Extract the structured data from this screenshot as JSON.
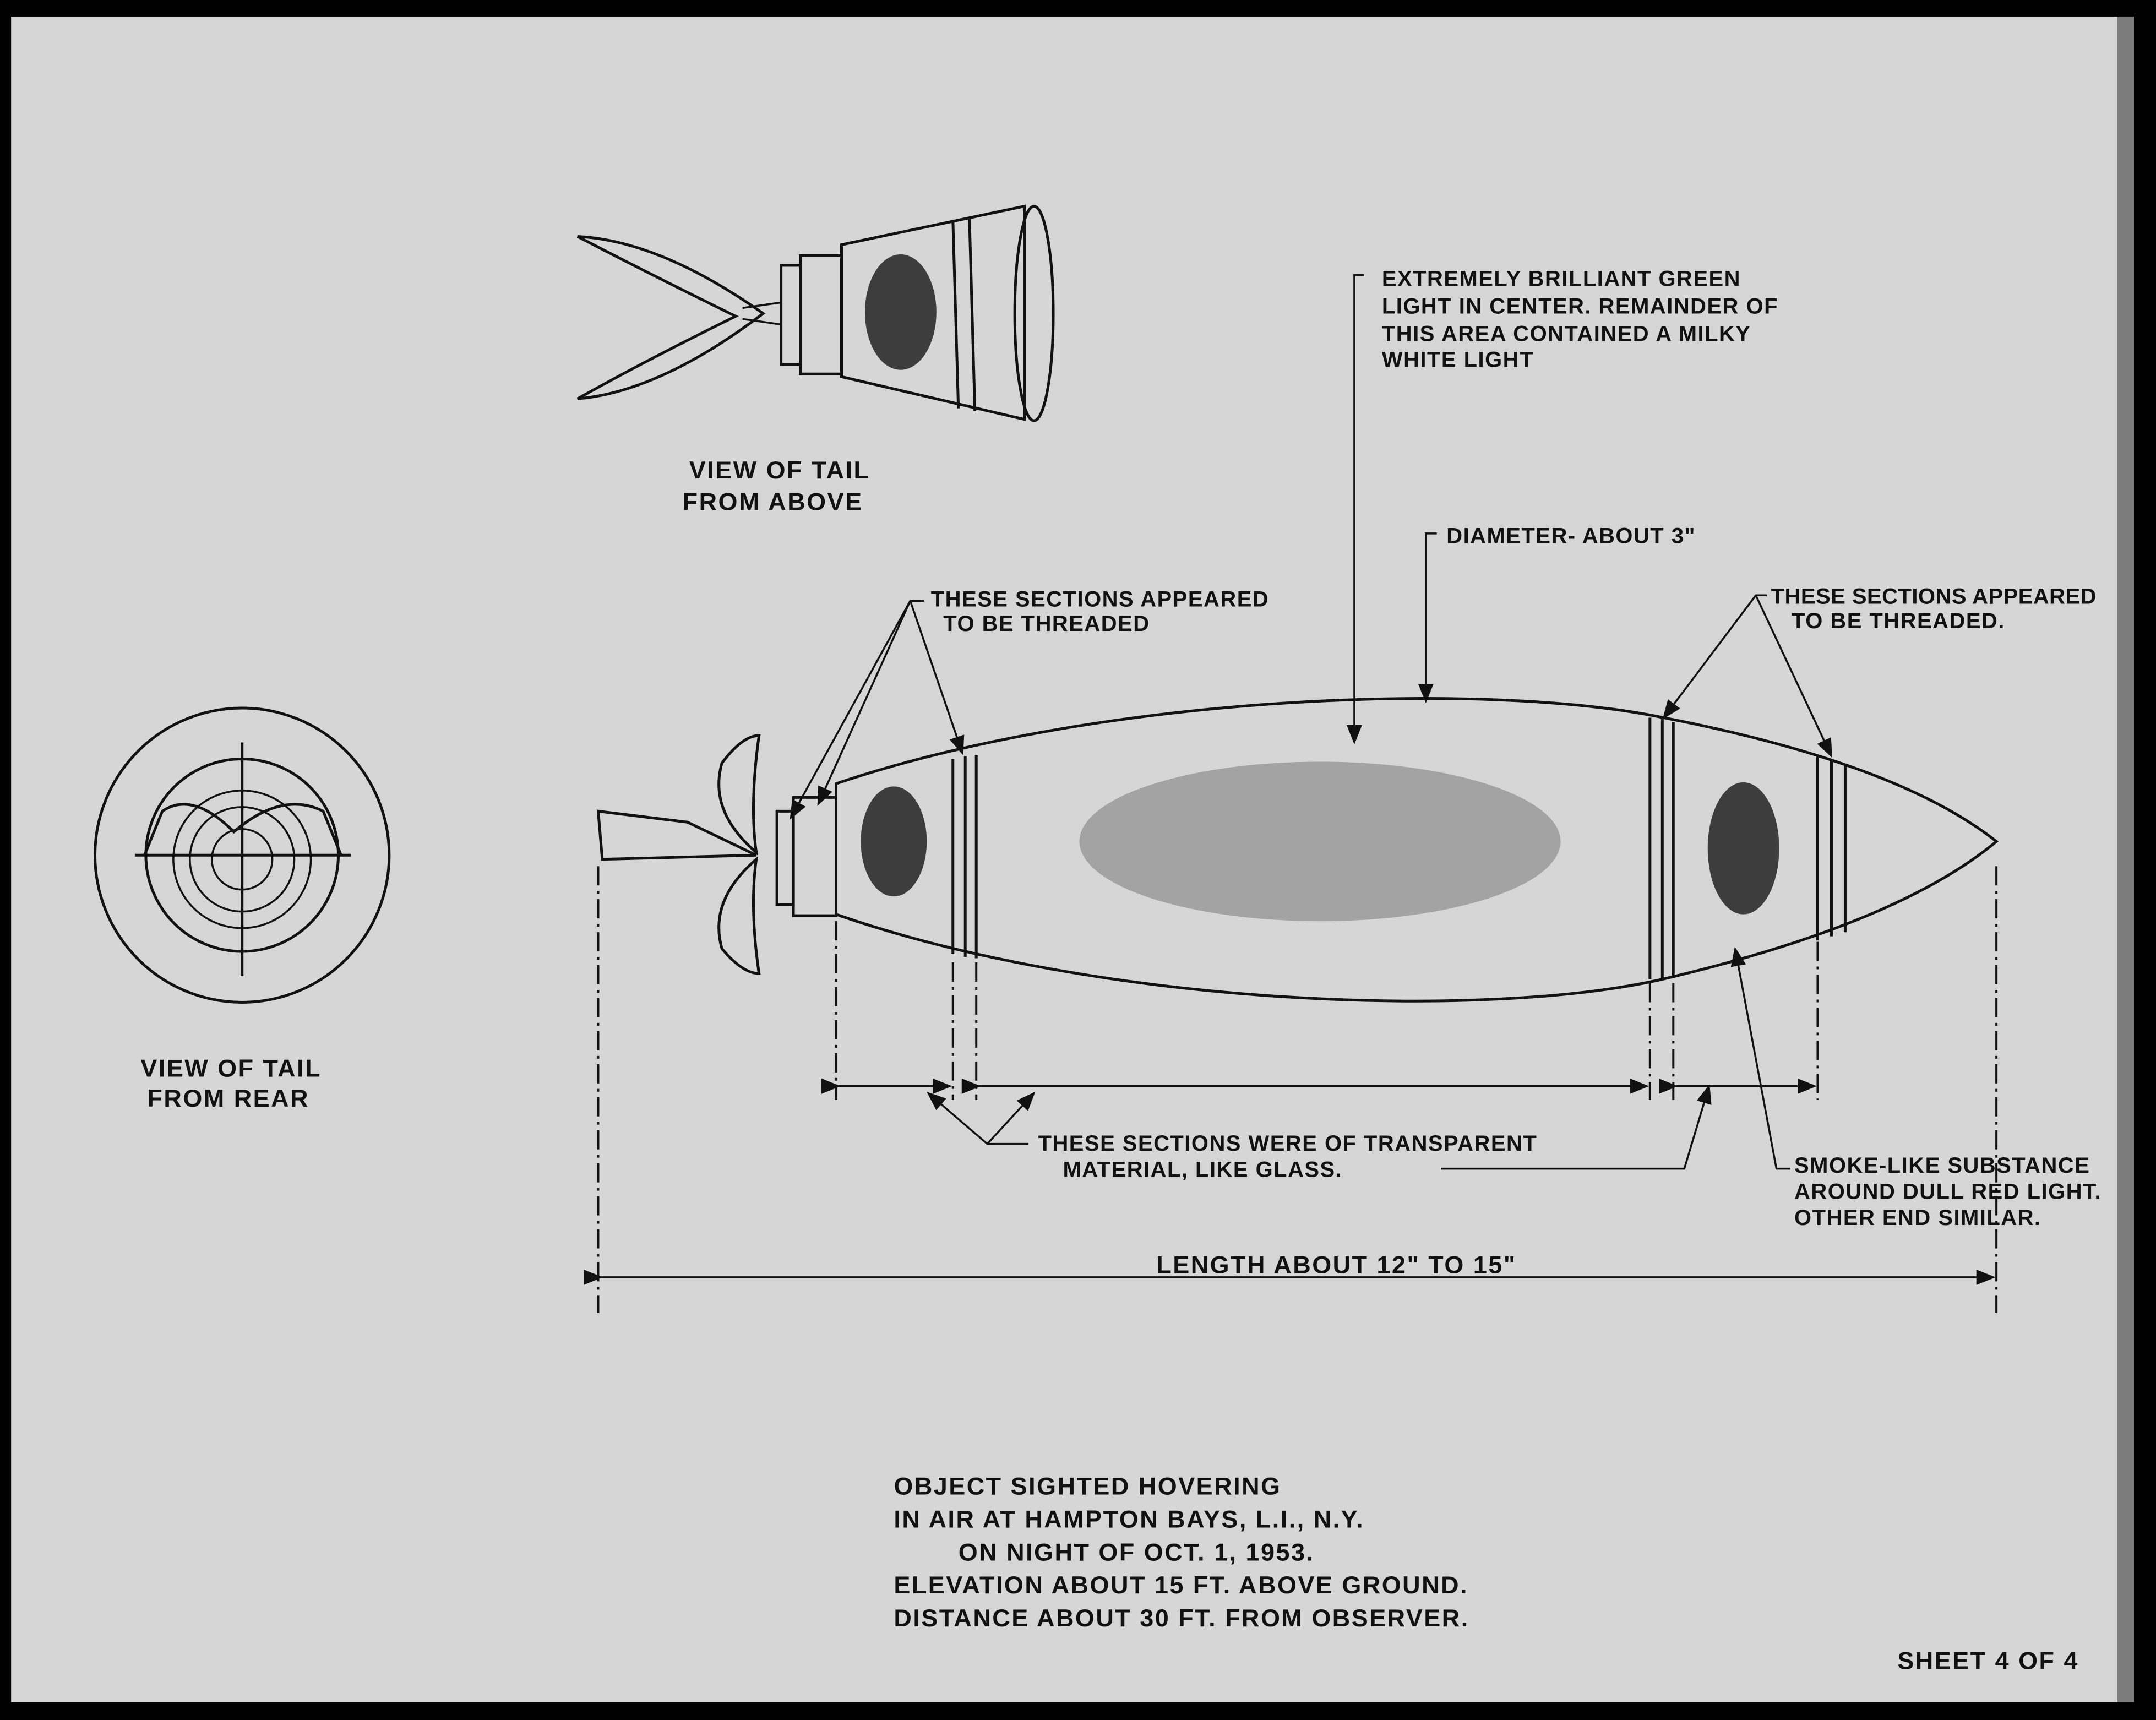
{
  "top_view": {
    "caption": [
      "VIEW OF TAIL",
      "FROM ABOVE"
    ]
  },
  "rear_view": {
    "caption": [
      "VIEW OF TAIL",
      "FROM REAR"
    ]
  },
  "callouts": {
    "green_light": [
      "EXTREMELY BRILLIANT GREEN",
      "LIGHT IN CENTER. REMAINDER OF",
      "THIS AREA CONTAINED A MILKY",
      "WHITE LIGHT"
    ],
    "diameter": "DIAMETER- ABOUT 3\"",
    "threaded_left": [
      "THESE SECTIONS APPEARED",
      "TO BE THREADED"
    ],
    "threaded_right": [
      "THESE SECTIONS APPEARED",
      "TO BE THREADED."
    ],
    "transparent": [
      "THESE SECTIONS WERE OF TRANSPARENT",
      "MATERIAL, LIKE GLASS."
    ],
    "smoke": [
      "SMOKE-LIKE SUBSTANCE",
      "AROUND DULL RED LIGHT.",
      "OTHER END SIMILAR."
    ],
    "length": "LENGTH ABOUT 12\" TO 15\""
  },
  "title_block": [
    "OBJECT SIGHTED HOVERING",
    "IN AIR AT HAMPTON BAYS, L.I., N.Y.",
    "ON NIGHT OF OCT. 1, 1953.",
    "ELEVATION ABOUT 15 FT. ABOVE GROUND.",
    "DISTANCE ABOUT 30 FT. FROM OBSERVER."
  ],
  "sheet": "SHEET 4 OF 4",
  "colors": {
    "paper": "#d6d6d6",
    "ink": "#111111",
    "frame": "#000000"
  }
}
